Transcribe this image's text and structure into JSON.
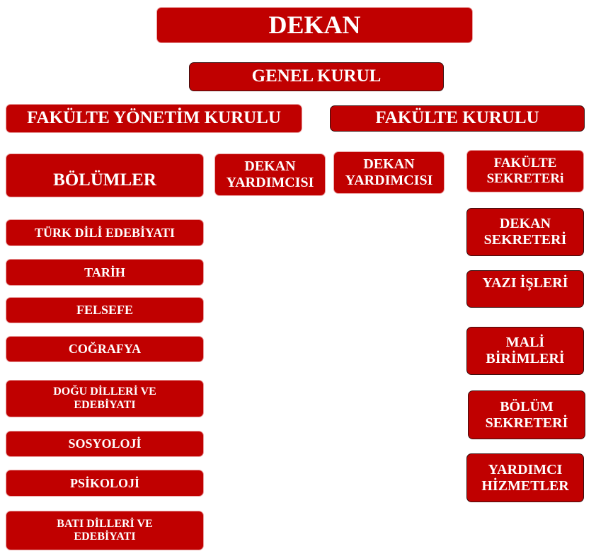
{
  "colors": {
    "box_fill": "#c00000",
    "text": "#ffffff"
  },
  "dekan": "DEKAN",
  "genel_kurul": "GENEL KURUL",
  "fakulte_yonetim_kurulu": "FAKÜLTE YÖNETİM KURULU",
  "fakulte_kurulu": "FAKÜLTE KURULU",
  "bolumler": "BÖLÜMLER",
  "dekan_yardimcisi_1": {
    "l1": "DEKAN",
    "l2": "YARDIMCISI"
  },
  "dekan_yardimcisi_2": {
    "l1": "DEKAN",
    "l2": "YARDIMCISI"
  },
  "fakulte_sekreteri": {
    "l1": "FAKÜLTE",
    "l2": "SEKRETERi"
  },
  "departments": [
    {
      "label": "TÜRK DİLİ EDEBİYATI"
    },
    {
      "label": "TARİH"
    },
    {
      "label": "FELSEFE"
    },
    {
      "label": "COĞRAFYA"
    },
    {
      "l1": "DOĞU DİLLERİ VE",
      "l2": "EDEBİYATI"
    },
    {
      "label": "SOSYOLOJİ"
    },
    {
      "label": "PSİKOLOJİ"
    },
    {
      "l1": "BATI DİLLERİ VE",
      "l2": "EDEBİYATI"
    }
  ],
  "units": [
    {
      "l1": "DEKAN",
      "l2": "SEKRETERİ"
    },
    {
      "l1": "YAZI İŞLERİ"
    },
    {
      "l1": "MALİ",
      "l2": "BİRİMLERİ"
    },
    {
      "l1": "BÖLÜM",
      "l2": "SEKRETERİ"
    },
    {
      "l1": "YARDIMCI",
      "l2": "HİZMETLER"
    }
  ]
}
